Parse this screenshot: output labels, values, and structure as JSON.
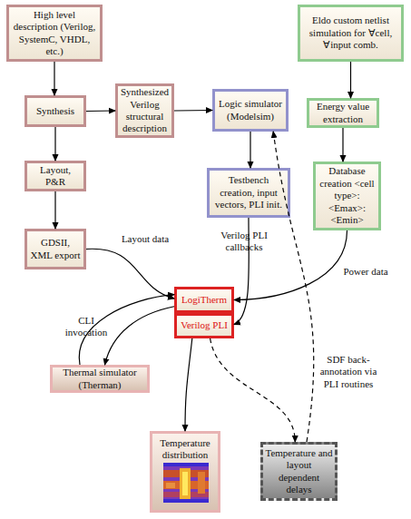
{
  "diagram": {
    "nodes": [
      {
        "text": [
          "High level description (Verilog, SystemC, VHDL, etc.)"
        ]
      },
      {
        "text": [
          "Eldo custom netlist simulation for ∀cell, ∀input comb."
        ]
      },
      {
        "text": [
          "Synthesis"
        ]
      },
      {
        "text": [
          "Synthesized Verilog structural description"
        ]
      },
      {
        "text": [
          "Logic simulator (Modelsim)"
        ]
      },
      {
        "text": [
          "Energy value extraction"
        ]
      },
      {
        "text": [
          "Layout, P&R"
        ]
      },
      {
        "text": [
          "Testbench creation, input vectors, PLI init."
        ]
      },
      {
        "text": [
          "Database creation <cell type>: <Emax>: <Emin>"
        ]
      },
      {
        "text": [
          "GDSII, XML export"
        ]
      },
      {
        "text": [
          "LogiTherm"
        ]
      },
      {
        "text": [
          "Verilog PLI"
        ]
      },
      {
        "text": [
          "Thermal simulator (Therman)"
        ]
      },
      {
        "text": [
          "Temperature distribution"
        ]
      },
      {
        "text": [
          "Temperature and layout dependent delays"
        ]
      }
    ],
    "edges": [
      {
        "from": 0,
        "to": 2,
        "arrow": "to"
      },
      {
        "from": 2,
        "to": 3,
        "arrow": "to"
      },
      {
        "from": 3,
        "to": 4,
        "arrow": "to"
      },
      {
        "from": 2,
        "to": 6,
        "arrow": "to"
      },
      {
        "from": 6,
        "to": 9,
        "arrow": "to"
      },
      {
        "from": 4,
        "to": 7,
        "arrow": "to"
      },
      {
        "from": 1,
        "to": 5,
        "arrow": "to"
      },
      {
        "from": 5,
        "to": 8,
        "arrow": "to"
      },
      {
        "from": 9,
        "to": 10,
        "label": "Layout data",
        "arrow": "to"
      },
      {
        "from": 7,
        "to": 11,
        "label": "Verilog PLI callbacks",
        "arrow": "to"
      },
      {
        "from": 8,
        "to": 10,
        "label": "Power data",
        "arrow": "to"
      },
      {
        "from": 10,
        "to": 12,
        "label": "CLI invocation",
        "arrow": "to"
      },
      {
        "from": 12,
        "to": 10,
        "arrow": "to"
      },
      {
        "from": 11,
        "to": 13,
        "arrow": "to"
      },
      {
        "from": 11,
        "to": 14,
        "arrow": "to"
      },
      {
        "from": 14,
        "to": 4,
        "label": "SDF back-annotation via PLI routines",
        "arrow": "to"
      }
    ]
  }
}
